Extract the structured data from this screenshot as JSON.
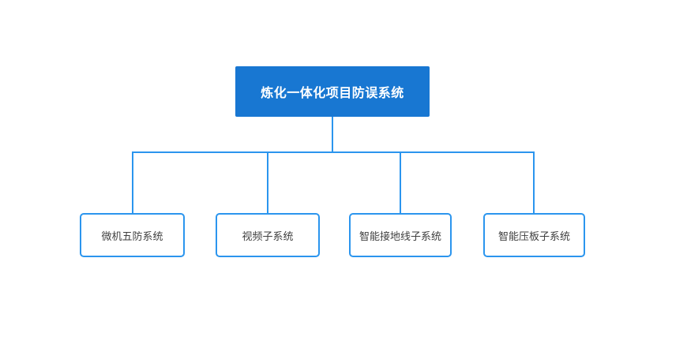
{
  "diagram": {
    "type": "org-chart",
    "root": {
      "label": "炼化一体化项目防误系统"
    },
    "children": [
      {
        "label": "微机五防系统"
      },
      {
        "label": "视频子系统"
      },
      {
        "label": "智能接地线子系统"
      },
      {
        "label": "智能压板子系统"
      }
    ]
  },
  "colors": {
    "root_fill": "#1877d2",
    "root_text": "#ffffff",
    "connector": "#2b95ee",
    "child_border": "#2b95ee",
    "child_text": "#3f3f3f"
  }
}
